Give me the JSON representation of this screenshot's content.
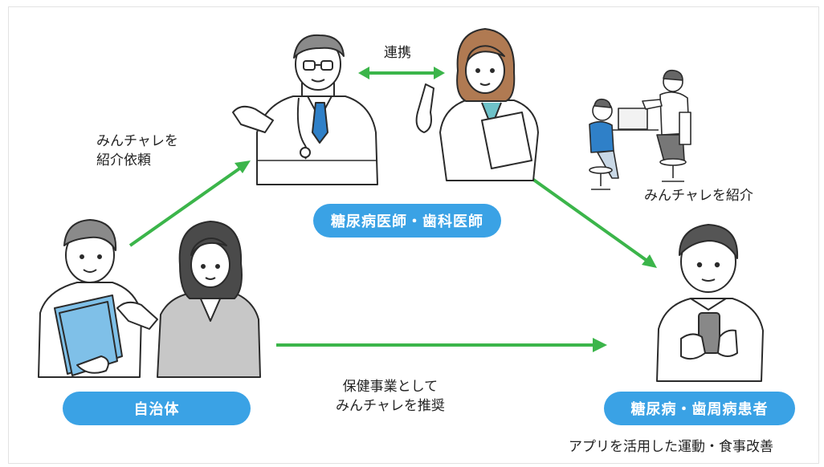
{
  "colors": {
    "arrow": "#3bb54a",
    "pill": "#3aa2e5",
    "outline": "#2b2b2b",
    "skin": "#ffffff",
    "hair": "#8a8a8a",
    "hair_brown": "#b07a52",
    "folder": "#7fc0e8",
    "tie": "#2f80c8",
    "suit": "#c7c7c7"
  },
  "labels": {
    "link": "連携",
    "request_line1": "みんチャレを",
    "request_line2": "紹介依頼",
    "introduce": "みんチャレを紹介",
    "recommend_line1": "保健事業として",
    "recommend_line2": "みんチャレを推奨",
    "app_usage": "アプリを活用した運動・食事改善"
  },
  "nodes": {
    "doctors": "糖尿病医師・歯科医師",
    "municipality": "自治体",
    "patients": "糖尿病・歯周病患者"
  },
  "icons": [
    "doctor-illustration",
    "female-doctor-illustration",
    "consultation-illustration",
    "municipal-staff-illustration",
    "patient-with-phone-illustration"
  ]
}
